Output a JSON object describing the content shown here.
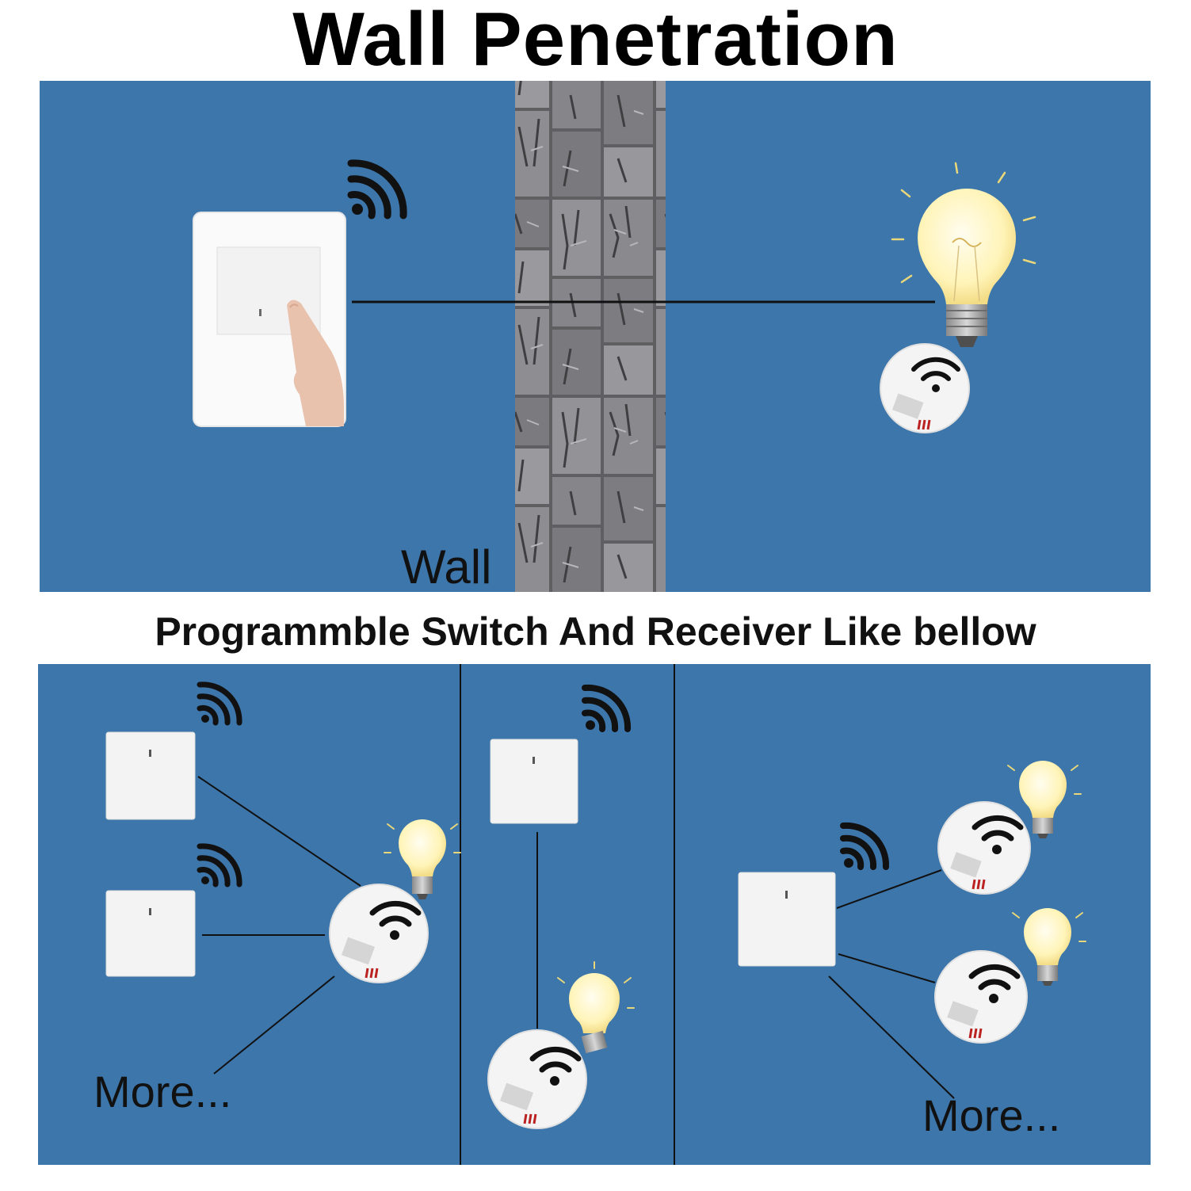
{
  "title": "Wall Penetration",
  "subtitle": "Programmble Switch And Receiver Like bellow",
  "top_panel": {
    "wall_label": "Wall",
    "icons": [
      "wifi-signal-icon",
      "wall-switch-icon",
      "finger-press-icon",
      "light-bulb-icon",
      "receiver-icon"
    ]
  },
  "bottom_panels": {
    "left": {
      "more_label": "More..."
    },
    "right": {
      "more_label": "More..."
    }
  },
  "colors": {
    "panel_blue": "#3d76ab",
    "wall_stone": "#6f6f72",
    "bulb_glow": "#fff7c8",
    "switch_white": "#f1f1f1"
  }
}
